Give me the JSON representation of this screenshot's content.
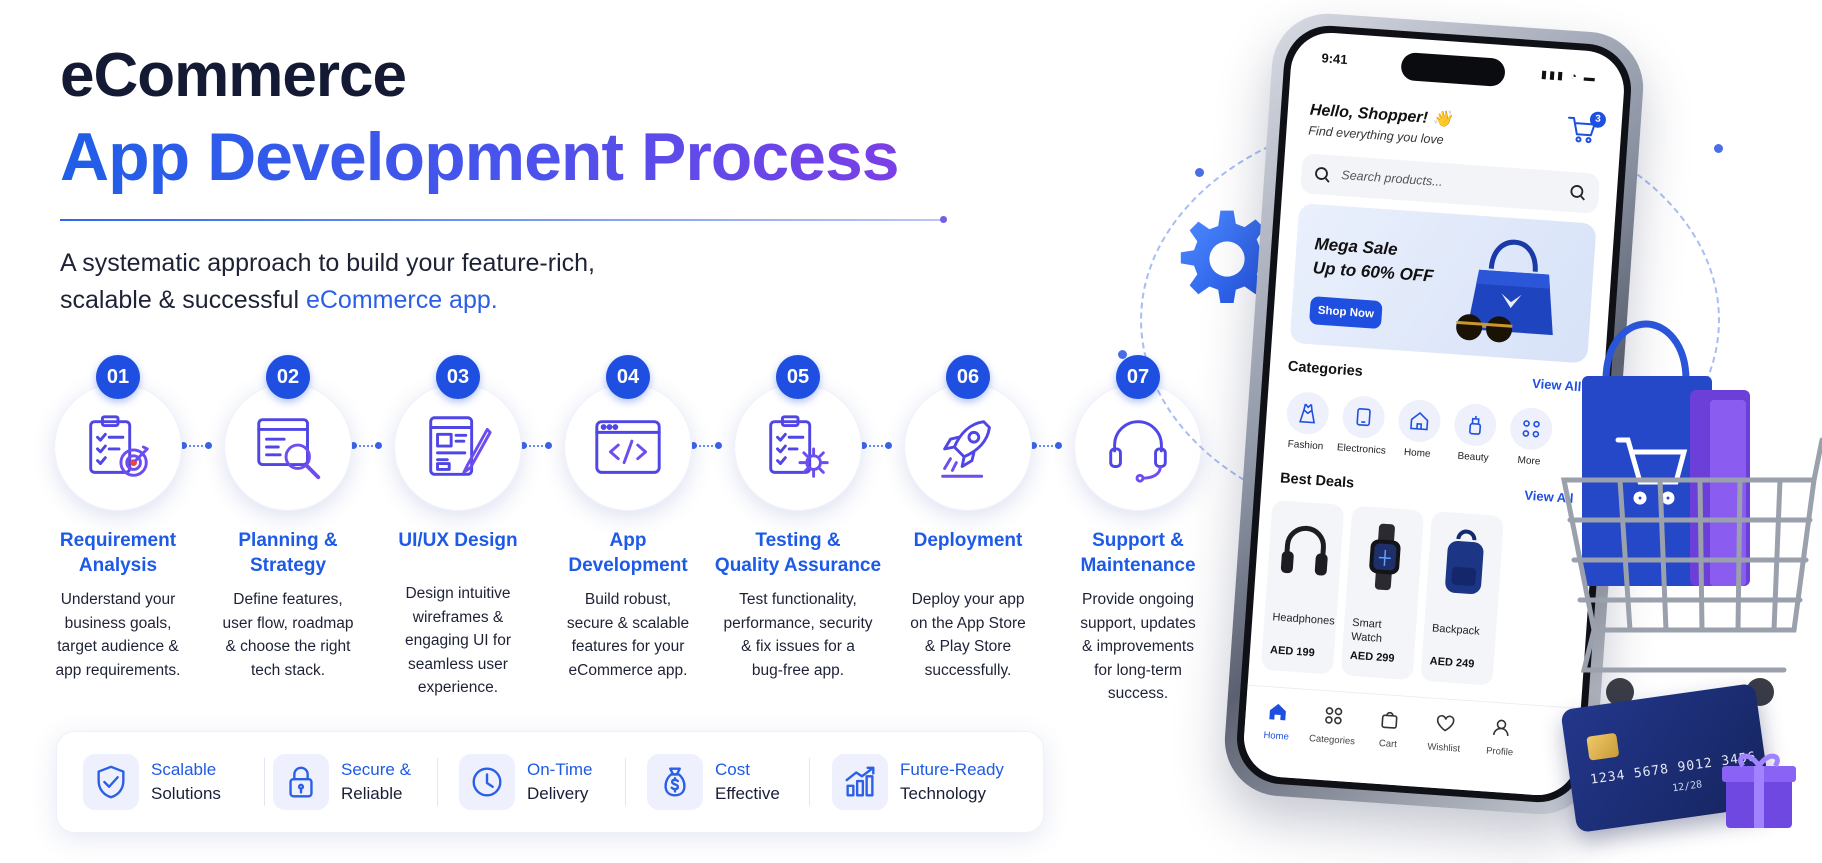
{
  "hero": {
    "title_line1": "eCommerce",
    "title_line2": "App Development Process",
    "subtitle_line1": "A systematic approach to build your feature-rich,",
    "subtitle_line2_prefix": "scalable & successful ",
    "subtitle_line2_accent": "eCommerce app."
  },
  "steps": [
    {
      "number": "01",
      "title_l1": "Requirement",
      "title_l2": "Analysis",
      "desc": [
        "Understand your",
        "business goals,",
        "target audience &",
        "app requirements."
      ],
      "icon": "clipboard-target-icon"
    },
    {
      "number": "02",
      "title_l1": "Planning &",
      "title_l2": "Strategy",
      "desc": [
        "Define features,",
        "user flow, roadmap",
        "& choose the right",
        "tech stack."
      ],
      "icon": "magnifier-document-icon"
    },
    {
      "number": "03",
      "title_l1": "UI/UX Design",
      "title_l2": "",
      "desc": [
        "Design intuitive",
        "wireframes &",
        "engaging UI for",
        "seamless user",
        "experience."
      ],
      "icon": "wireframe-pen-icon"
    },
    {
      "number": "04",
      "title_l1": "App",
      "title_l2": "Development",
      "desc": [
        "Build robust,",
        "secure & scalable",
        "features for your",
        "eCommerce app."
      ],
      "icon": "code-window-icon"
    },
    {
      "number": "05",
      "title_l1": "Testing &",
      "title_l2": "Quality Assurance",
      "desc": [
        "Test functionality,",
        "performance, security",
        "& fix issues for a",
        "bug-free app."
      ],
      "icon": "clipboard-gear-icon"
    },
    {
      "number": "06",
      "title_l1": "Deployment",
      "title_l2": "",
      "desc": [
        "Deploy your app",
        "on the App Store",
        "& Play Store",
        "successfully."
      ],
      "icon": "rocket-icon"
    },
    {
      "number": "07",
      "title_l1": "Support &",
      "title_l2": "Maintenance",
      "desc": [
        "Provide ongoing",
        "support, updates",
        "& improvements",
        "for long-term",
        "success."
      ],
      "icon": "headset-icon"
    }
  ],
  "features": [
    {
      "line1": "Scalable",
      "line2": "Solutions",
      "icon": "shield-check-icon"
    },
    {
      "line1": "Secure &",
      "line2": "Reliable",
      "icon": "padlock-icon"
    },
    {
      "line1": "On-Time",
      "line2": "Delivery",
      "icon": "clock-icon"
    },
    {
      "line1": "Cost",
      "line2": "Effective",
      "icon": "money-bag-icon"
    },
    {
      "line1": "Future-Ready",
      "line2": "Technology",
      "icon": "growth-chart-icon"
    }
  ],
  "phone": {
    "time": "9:41",
    "greeting": "Hello, Shopper! 👋",
    "greeting_sub": "Find everything you love",
    "cart_count": "3",
    "search_placeholder": "Search products...",
    "banner_line1": "Mega Sale",
    "banner_line2": "Up to 60% OFF",
    "banner_button": "Shop Now",
    "categories_title": "Categories",
    "categories_link": "View All",
    "categories": [
      "Fashion",
      "Electronics",
      "Home",
      "Beauty",
      "More"
    ],
    "deals_title": "Best Deals",
    "deals_link": "View All",
    "deals": [
      {
        "name": "Headphones",
        "price": "AED 199"
      },
      {
        "name": "Smart Watch",
        "price": "AED 299"
      },
      {
        "name": "Backpack",
        "price": "AED 249"
      }
    ],
    "tabs": [
      "Home",
      "Categories",
      "Cart",
      "Wishlist",
      "Profile"
    ]
  },
  "credit_card": {
    "number": "1234  5678  9012  3456",
    "expiry": "12/28"
  },
  "colors": {
    "primary_blue": "#1f4fe0",
    "accent_blue": "#1d5ae6",
    "accent_purple": "#7a3fe6",
    "dark_text": "#141a33"
  }
}
